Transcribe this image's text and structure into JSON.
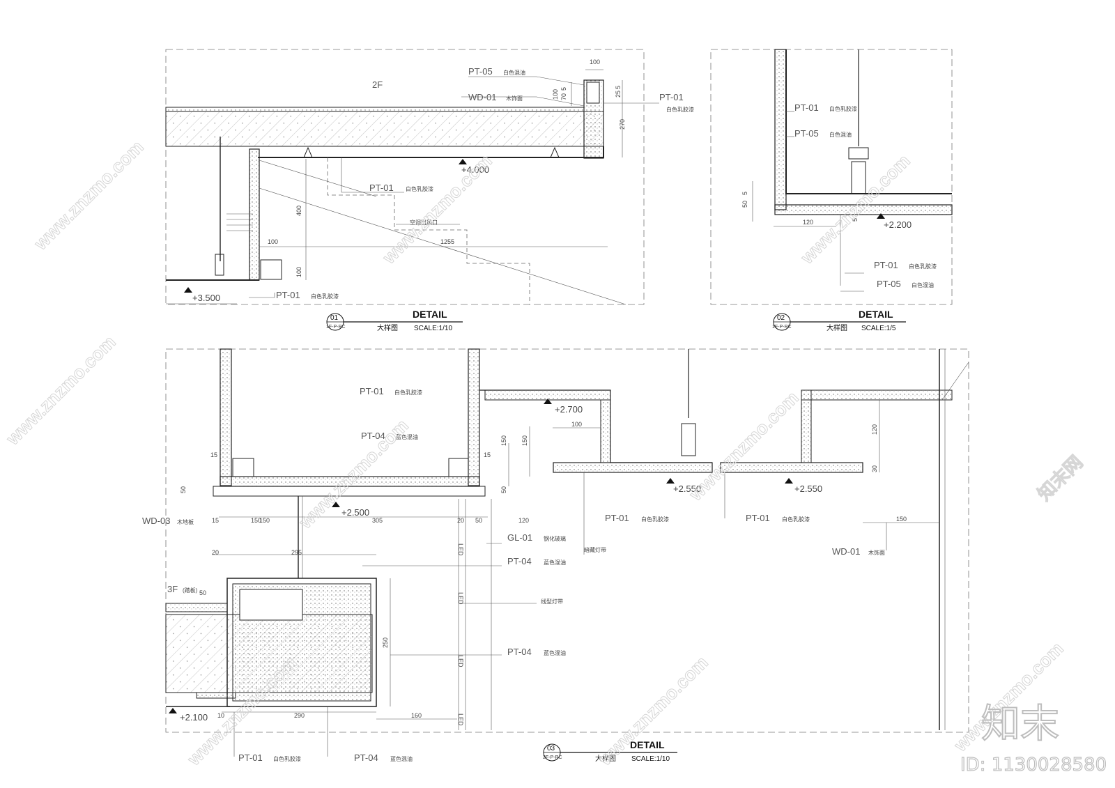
{
  "sheet": {
    "watermark_text": "www.znzmo.com",
    "watermark_cn": "知末网",
    "logo_text": "知末",
    "id_label": "ID: 1130028580"
  },
  "detail_01": {
    "number": "01",
    "ref": "1F-P-RC",
    "title": "DETAIL",
    "subtitle_cn": "大样图",
    "scale": "SCALE:1/10",
    "floor_label": "2F",
    "levels": [
      "+4.000",
      "+3.500"
    ],
    "dims": [
      "100",
      "100",
      "5",
      "25",
      "5",
      "70",
      "270",
      "400",
      "100",
      "100",
      "1255"
    ],
    "callouts": [
      {
        "code": "PT-05",
        "cn": "白色混油"
      },
      {
        "code": "WD-01",
        "cn": "木饰面"
      },
      {
        "code": "PT-01",
        "cn": "白色乳胶漆"
      },
      {
        "code": "PT-01",
        "cn": "白色乳胶漆"
      },
      {
        "code": "",
        "cn": "空调出风口"
      },
      {
        "code": "PT-01",
        "cn": "白色乳胶漆"
      }
    ]
  },
  "detail_02": {
    "number": "02",
    "ref": "1F-P-RC",
    "title": "DETAIL",
    "subtitle_cn": "大样图",
    "scale": "SCALE:1/5",
    "levels": [
      "+2.200"
    ],
    "dims": [
      "5",
      "50",
      "120",
      "5"
    ],
    "callouts": [
      {
        "code": "PT-01",
        "cn": "白色乳胶漆"
      },
      {
        "code": "PT-05",
        "cn": "白色混油"
      },
      {
        "code": "PT-01",
        "cn": "白色乳胶漆"
      },
      {
        "code": "PT-05",
        "cn": "白色混油"
      }
    ]
  },
  "detail_03": {
    "number": "03",
    "ref": "2F-P-RC",
    "title": "DETAIL",
    "subtitle_cn": "大样图",
    "scale": "SCALE:1/10",
    "floor_label": "3F",
    "floor_note_cn": "(踏板)",
    "levels": [
      "+2.700",
      "+2.550",
      "+2.550",
      "+2.500",
      "+2.100"
    ],
    "dims": [
      "15",
      "150",
      "15",
      "150",
      "150",
      "50",
      "50",
      "15",
      "150",
      "305",
      "20",
      "50",
      "120",
      "20",
      "295",
      "50",
      "250",
      "10",
      "290",
      "160",
      "100",
      "120",
      "30",
      "150"
    ],
    "led_label": "LED",
    "callouts": [
      {
        "code": "PT-01",
        "cn": "白色乳胶漆"
      },
      {
        "code": "PT-04",
        "cn": "蓝色混油"
      },
      {
        "code": "WD-03",
        "cn": "木地板"
      },
      {
        "code": "GL-01",
        "cn": "钢化玻璃"
      },
      {
        "code": "PT-04",
        "cn": "蓝色混油"
      },
      {
        "code": "",
        "cn": "线型灯带"
      },
      {
        "code": "PT-04",
        "cn": "蓝色混油"
      },
      {
        "code": "PT-01",
        "cn": "白色乳胶漆"
      },
      {
        "code": "PT-04",
        "cn": "蓝色混油"
      },
      {
        "code": "PT-01",
        "cn": "白色乳胶漆"
      },
      {
        "code": "PT-01",
        "cn": "白色乳胶漆"
      },
      {
        "code": "",
        "cn": "暗藏灯带"
      },
      {
        "code": "WD-01",
        "cn": "木饰面"
      }
    ]
  }
}
